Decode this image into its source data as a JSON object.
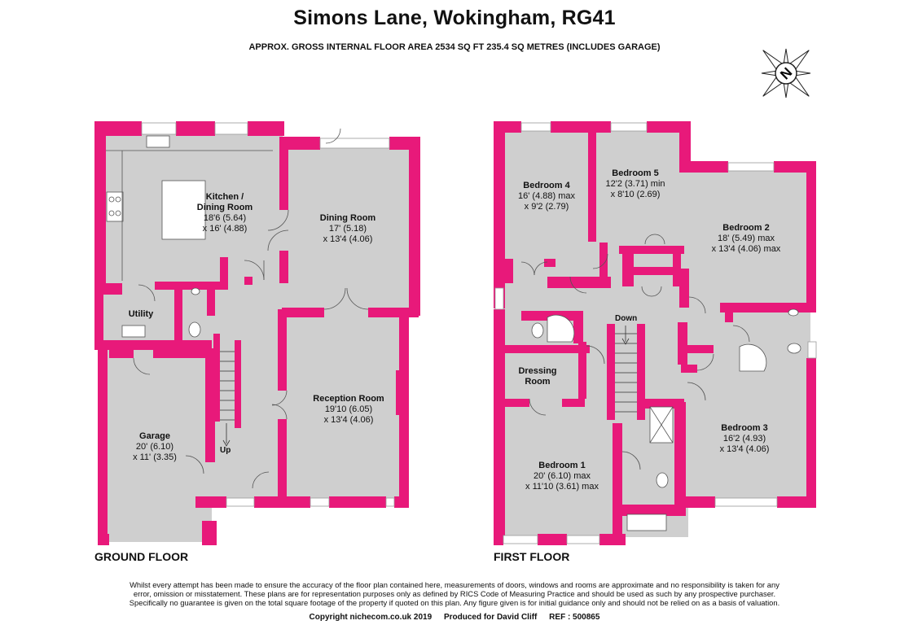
{
  "header": {
    "title": "Simons Lane, Wokingham, RG41",
    "subtitle": "APPROX. GROSS INTERNAL FLOOR AREA 2534 SQ FT 235.4 SQ METRES (INCLUDES GARAGE)"
  },
  "compass": {
    "letter": "N"
  },
  "colors": {
    "wall": "#e8197a",
    "floor": "#cfcfcf",
    "text": "#111111"
  },
  "ground_floor": {
    "label": "GROUND FLOOR",
    "rooms": [
      {
        "name": "Kitchen /",
        "name2": "Dining Room",
        "dim1": "18'6 (5.64)",
        "dim2": "x 16' (4.88)"
      },
      {
        "name": "Dining Room",
        "dim1": "17' (5.18)",
        "dim2": "x 13'4 (4.06)"
      },
      {
        "name": "Utility"
      },
      {
        "name": "Reception Room",
        "dim1": "19'10 (6.05)",
        "dim2": "x 13'4 (4.06)"
      },
      {
        "name": "Garage",
        "dim1": "20' (6.10)",
        "dim2": "x 11' (3.35)"
      }
    ],
    "stairs_label": "Up"
  },
  "first_floor": {
    "label": "FIRST FLOOR",
    "rooms": [
      {
        "name": "Bedroom 4",
        "dim1": "16' (4.88) max",
        "dim2": "x 9'2 (2.79)"
      },
      {
        "name": "Bedroom 5",
        "dim1": "12'2 (3.71) min",
        "dim2": "x 8'10 (2.69)"
      },
      {
        "name": "Bedroom 2",
        "dim1": "18' (5.49) max",
        "dim2": "x 13'4 (4.06) max"
      },
      {
        "name": "Dressing",
        "name2": "Room"
      },
      {
        "name": "Bedroom 3",
        "dim1": "16'2 (4.93)",
        "dim2": "x 13'4 (4.06)"
      },
      {
        "name": "Bedroom 1",
        "dim1": "20' (6.10) max",
        "dim2": "x 11'10 (3.61) max"
      }
    ],
    "stairs_label": "Down"
  },
  "disclaimer": [
    "Whilst every attempt has been made to ensure the accuracy of the floor plan contained here, measurements of doors, windows and rooms are approximate and no responsibility is taken for any",
    "error, omission or misstatement. These plans are for representation purposes only as defined by RICS Code of Measuring Practice and should be used as such by any prospective purchaser.",
    "Specifically no guarantee is given on the total square footage of the property if quoted on this plan. Any figure given is for initial guidance only and should not be relied on as a basis of valuation."
  ],
  "footer": {
    "copyright": "Copyright nichecom.co.uk 2019",
    "produced": "Produced for David Cliff",
    "ref": "REF : 500865"
  }
}
